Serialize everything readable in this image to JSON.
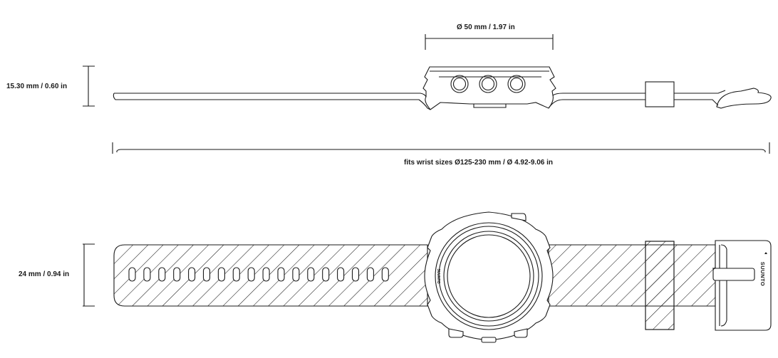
{
  "dimensions": {
    "case_diameter": "Ø 50 mm / 1.97 in",
    "case_thickness": "15.30 mm / 0.60 in",
    "wrist_range": "fits wrist sizes Ø125-230 mm / Ø 4.92-9.06 in",
    "strap_width": "24 mm / 0.94 in"
  },
  "brand": {
    "logo_text": "SUUNTO"
  },
  "colors": {
    "line": "#1a1a1a",
    "background": "#ffffff"
  }
}
